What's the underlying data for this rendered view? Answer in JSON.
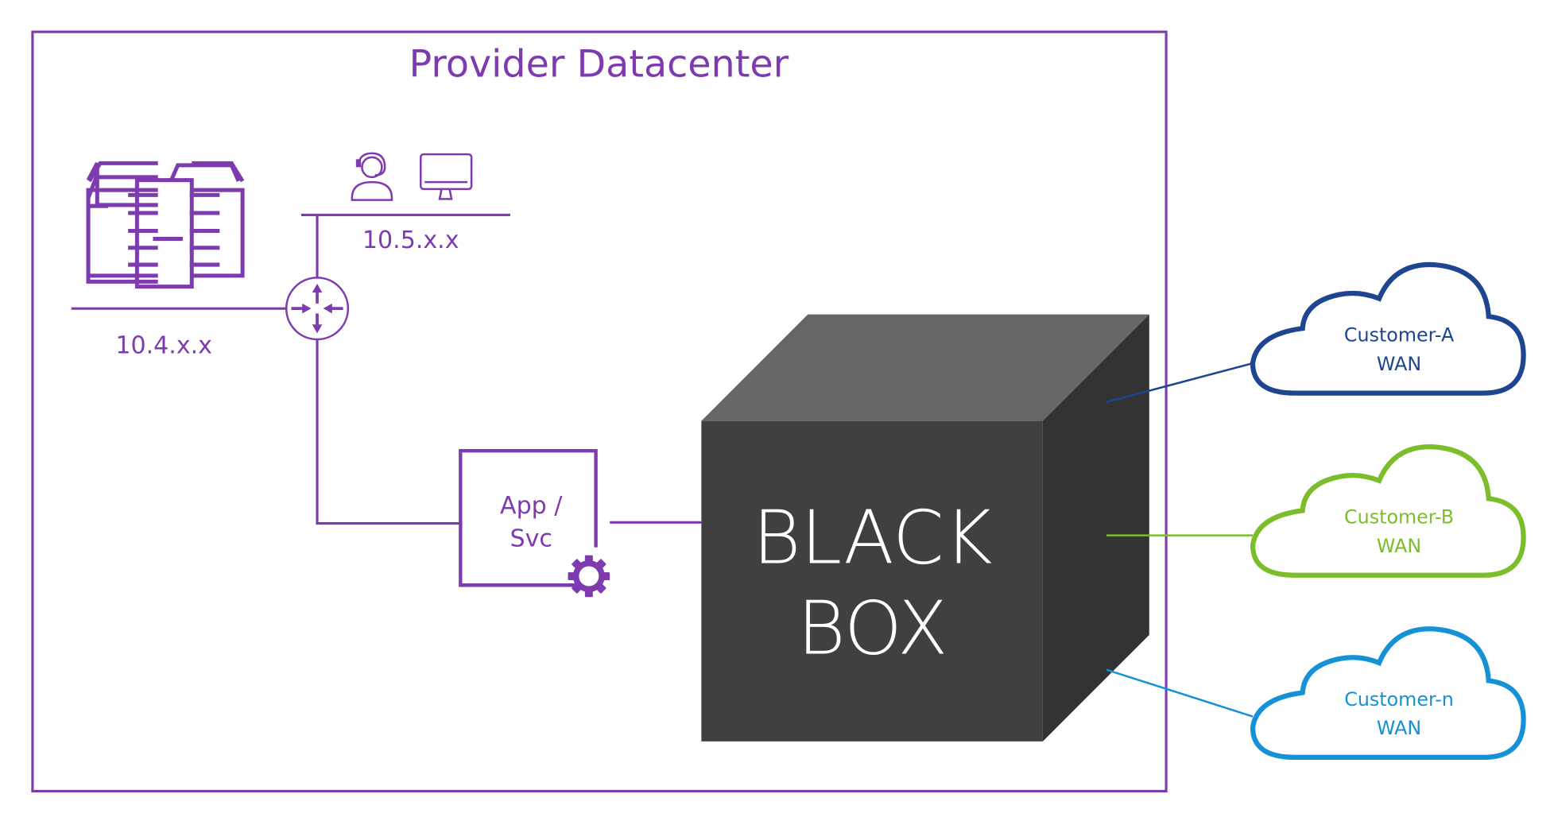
{
  "colors": {
    "purple": "#7e3bb0",
    "box_front": "#404040",
    "box_top": "#666666",
    "box_side": "#333333",
    "customer_a": "#1e4590",
    "customer_b": "#7bbd2a",
    "customer_n": "#1592d6"
  },
  "datacenter": {
    "title": "Provider Datacenter",
    "networks": {
      "server_net": "10.4.x.x",
      "user_net": "10.5.x.x"
    },
    "icons": [
      "server-cluster-icon",
      "support-agent-icon",
      "monitor-icon",
      "router-icon",
      "gear-icon"
    ],
    "app": {
      "line1": "App /",
      "line2": "Svc"
    },
    "black_box": {
      "line1": "BLACK",
      "line2": "BOX"
    }
  },
  "customers": [
    {
      "name": "Customer-A",
      "sub": "WAN"
    },
    {
      "name": "Customer-B",
      "sub": "WAN"
    },
    {
      "name": "Customer-n",
      "sub": "WAN"
    }
  ]
}
